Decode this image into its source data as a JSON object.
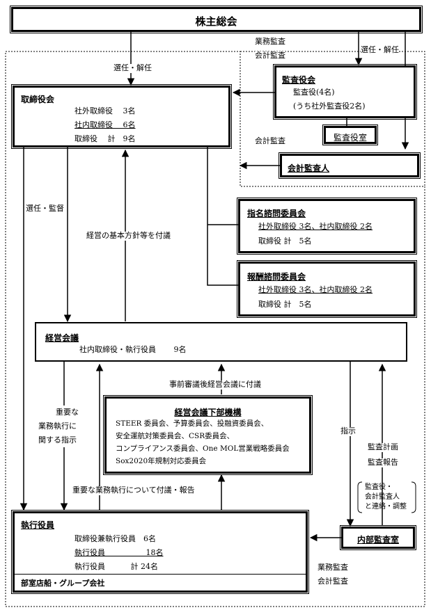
{
  "shareholders": {
    "title": "株主総会"
  },
  "board": {
    "title": "取締役会",
    "lines": [
      "社外取締役　 3名",
      "社内取締役　 6名",
      "取締役　 計　9名"
    ]
  },
  "auditors": {
    "title": "監査役会",
    "lines": [
      "監査役(4名)",
      "(うち社外監査役2名)"
    ],
    "office": "監査役室"
  },
  "accounting_auditor": {
    "title": "会計監査人"
  },
  "nomination": {
    "title": "指名諮問委員会",
    "lines": [
      "社外取締役 3名、社内取締役 2名",
      "取締役 計　5名"
    ]
  },
  "remuneration": {
    "title": "報酬諮問委員会",
    "lines": [
      "社外取締役 3名、社内取締役 2名",
      "取締役 計　5名"
    ]
  },
  "mgmt_council": {
    "title": "経営会議",
    "line": "社内取締役・執行役員　　 9名"
  },
  "sub_committees": {
    "title": "経営会議下部機構",
    "lines": [
      "STEER 委員会、予算委員会、投融資委員会、",
      "安全運航対策委員会、CSR委員会、",
      "コンプライアンス委員会、One MOL営業戦略委員会",
      "Sox2020年規制対応委員会"
    ]
  },
  "executives": {
    "title": "執行役員",
    "lines": [
      "取締役兼執行役員　6名",
      "執行役員　　　　　 18名",
      "執行役員　　　 計 24名"
    ],
    "footer": "部室店船・グループ会社"
  },
  "internal_audit": {
    "title": "内部監査室"
  },
  "labels": {
    "audit_top_1": "業務監査",
    "audit_top_2": "会計監査",
    "elect_dismiss_left": "選任・解任",
    "elect_dismiss_right": "選任・解任",
    "accounting_audit_mid": "会計監査",
    "appoint_supervise": "選任・監督",
    "basic_policy": "経営の基本方針等を付議",
    "pre_review": "事前審議後経営会議に付議",
    "important_exec_1": "重要な",
    "important_exec_2": "業務執行に",
    "important_exec_3": "関する指示",
    "important_report": "重要な業務執行について付議・報告",
    "instruction": "指示",
    "audit_plan": "監査計画",
    "audit_report": "監査報告",
    "liaison_1": "監査役・",
    "liaison_2": "会計監査人",
    "liaison_3": "と連絡・調整",
    "audit_bottom_1": "業務監査",
    "audit_bottom_2": "会計監査"
  }
}
